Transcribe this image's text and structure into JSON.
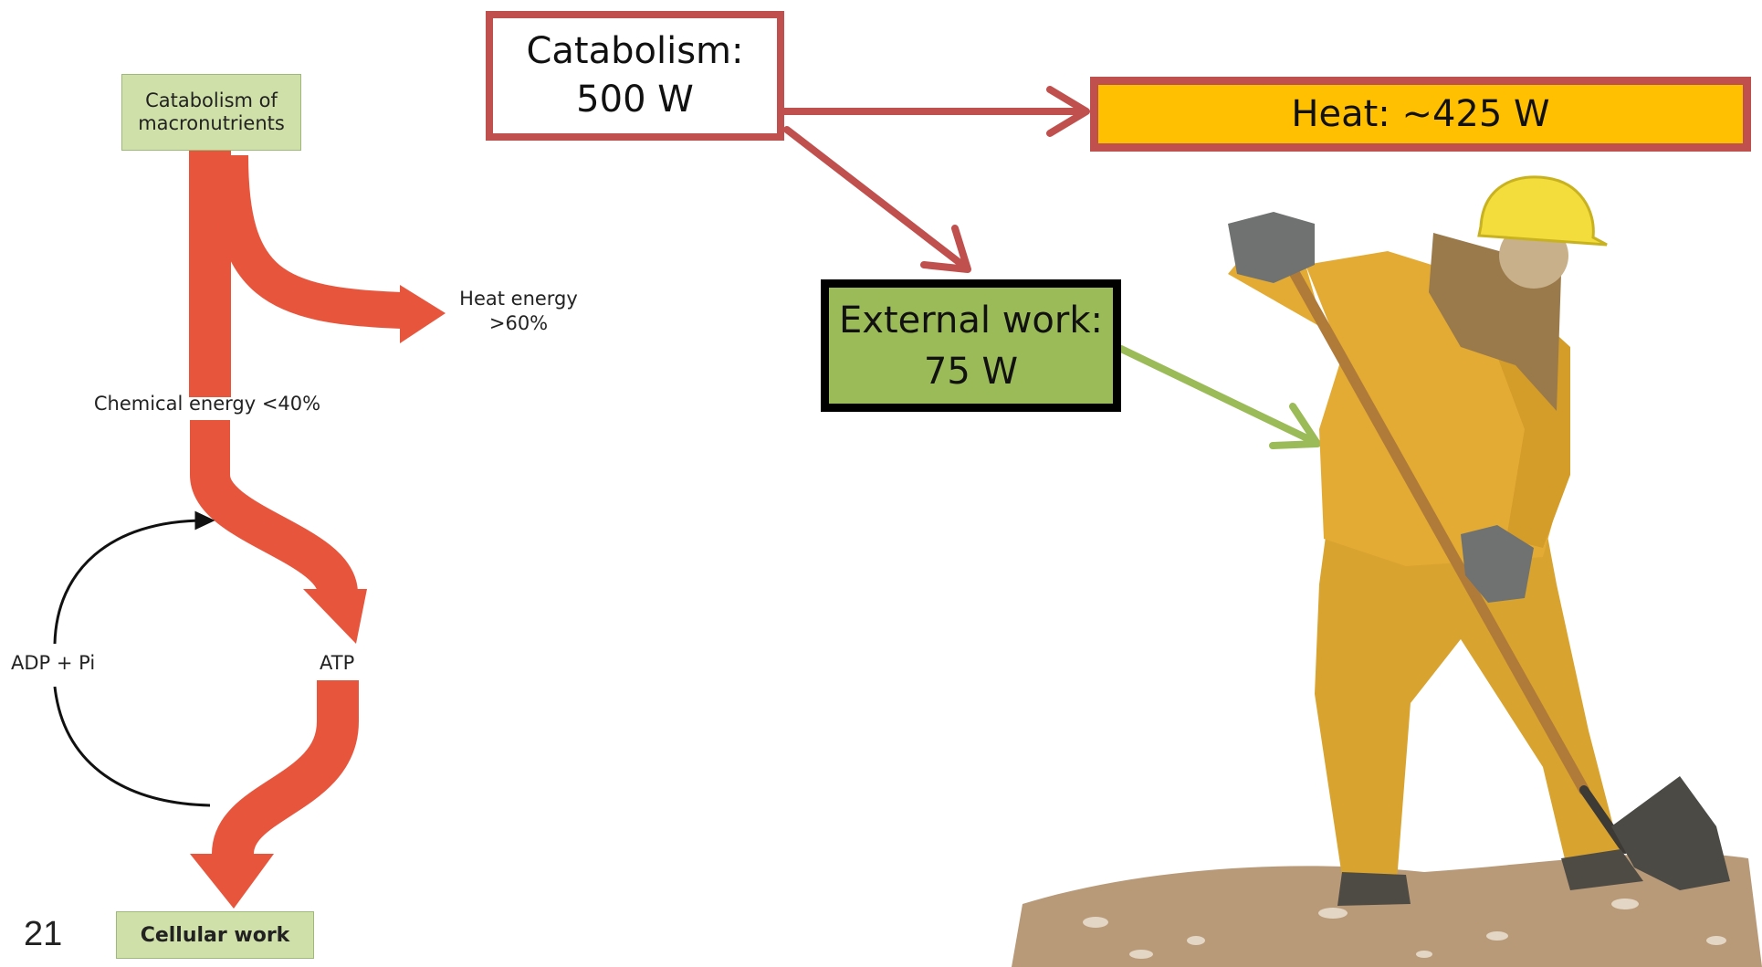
{
  "left_diagram": {
    "source_box": "Catabolism of macronutrients",
    "heat_label_line1": "Heat energy",
    "heat_label_line2": ">60%",
    "chemical_label": "Chemical energy <40%",
    "adp_label": "ADP + Pi",
    "atp_label": "ATP",
    "sink_box": "Cellular work"
  },
  "energy_flow": {
    "catabolism_line1": "Catabolism:",
    "catabolism_line2": "500 W",
    "heat": "Heat: ~425 W",
    "external_line1": "External work:",
    "external_line2": "75 W"
  },
  "slide_number": "21",
  "colors": {
    "flow_arrow": "#e8553d",
    "red_border": "#c0504d",
    "heat_fill": "#fec000",
    "work_fill": "#9bbb59",
    "green_box": "#cfe1a8"
  },
  "illustration": "worker-with-shovel"
}
